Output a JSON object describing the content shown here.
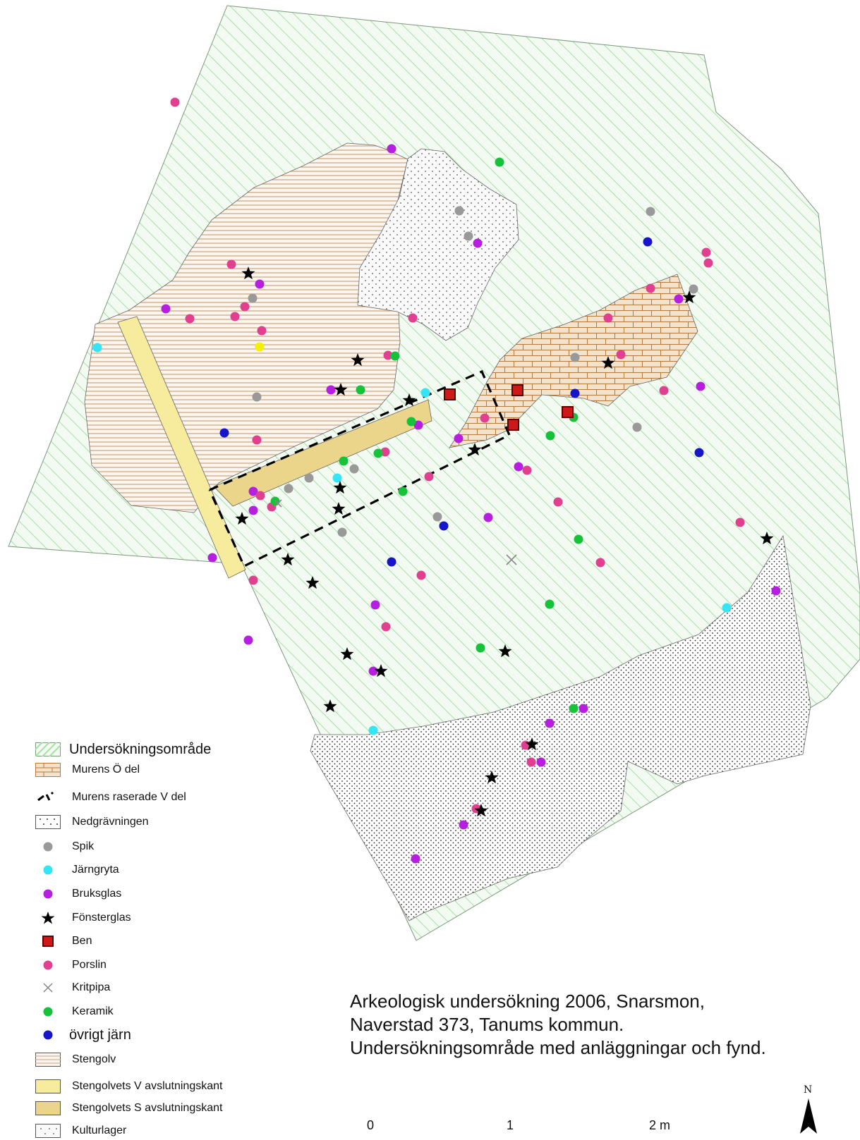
{
  "title": {
    "line1": "Arkeologisk undersökning 2006, Snarsmon,",
    "line2": "Naverstad 373, Tanums kommun.",
    "line3": "Undersökningsområde med anläggningar och fynd."
  },
  "north_label": "N",
  "scale_labels": [
    "0",
    "1",
    "2 m"
  ],
  "colors": {
    "area": "#a8e0a8",
    "area_bg": "#f2faf2",
    "wall": "#b87838",
    "wall_bg": "#f4e3cc",
    "pit_dots": "#222222",
    "stone_lines": "#caa37a",
    "west_edge": "#f7ec9e",
    "south_edge": "#ead58a",
    "spik": "#999999",
    "jarngryta": "#33e5f5",
    "bruksglas": "#b61fe0",
    "fonsterglas": "#000000",
    "ben_fill": "#d01818",
    "ben_border": "#5a0000",
    "porslin": "#e0408f",
    "kritpipa": "#888888",
    "keramik": "#16c23a",
    "ovrigt_jarn": "#1616c8"
  },
  "legend": [
    {
      "key": "area",
      "label": "Undersökningsområde",
      "symbol": "hatch-green"
    },
    {
      "key": "wall",
      "label": "Murens Ö del",
      "symbol": "brick"
    },
    {
      "key": "wall_west",
      "label": "Murens raserade V del",
      "symbol": "dashed"
    },
    {
      "key": "pit",
      "label": "Nedgrävningen",
      "symbol": "dots-box"
    },
    {
      "key": "spik",
      "label": "Spik",
      "symbol": "dot"
    },
    {
      "key": "jarngryta",
      "label": "Järngryta",
      "symbol": "dot"
    },
    {
      "key": "bruksglas",
      "label": "Bruksglas",
      "symbol": "dot"
    },
    {
      "key": "fonsterglas",
      "label": "Fönsterglas",
      "symbol": "star"
    },
    {
      "key": "ben",
      "label": "Ben",
      "symbol": "square"
    },
    {
      "key": "porslin",
      "label": "Porslin",
      "symbol": "dot"
    },
    {
      "key": "kritpipa",
      "label": "Kritpipa",
      "symbol": "cross"
    },
    {
      "key": "keramik",
      "label": "Keramik",
      "symbol": "dot"
    },
    {
      "key": "ovrigt_jarn",
      "label": "övrigt järn",
      "symbol": "dot"
    },
    {
      "key": "stengolv",
      "label": "Stengolv",
      "symbol": "lines-box"
    },
    {
      "key": "west_edge",
      "label": "Stengolvets V avslutningskant",
      "symbol": "yellow-box"
    },
    {
      "key": "south_edge",
      "label": "Stengolvets S avslutningskant",
      "symbol": "tan-box"
    },
    {
      "key": "kulturlager",
      "label": "Kulturlager",
      "symbol": "sparse-dots-box"
    }
  ]
}
